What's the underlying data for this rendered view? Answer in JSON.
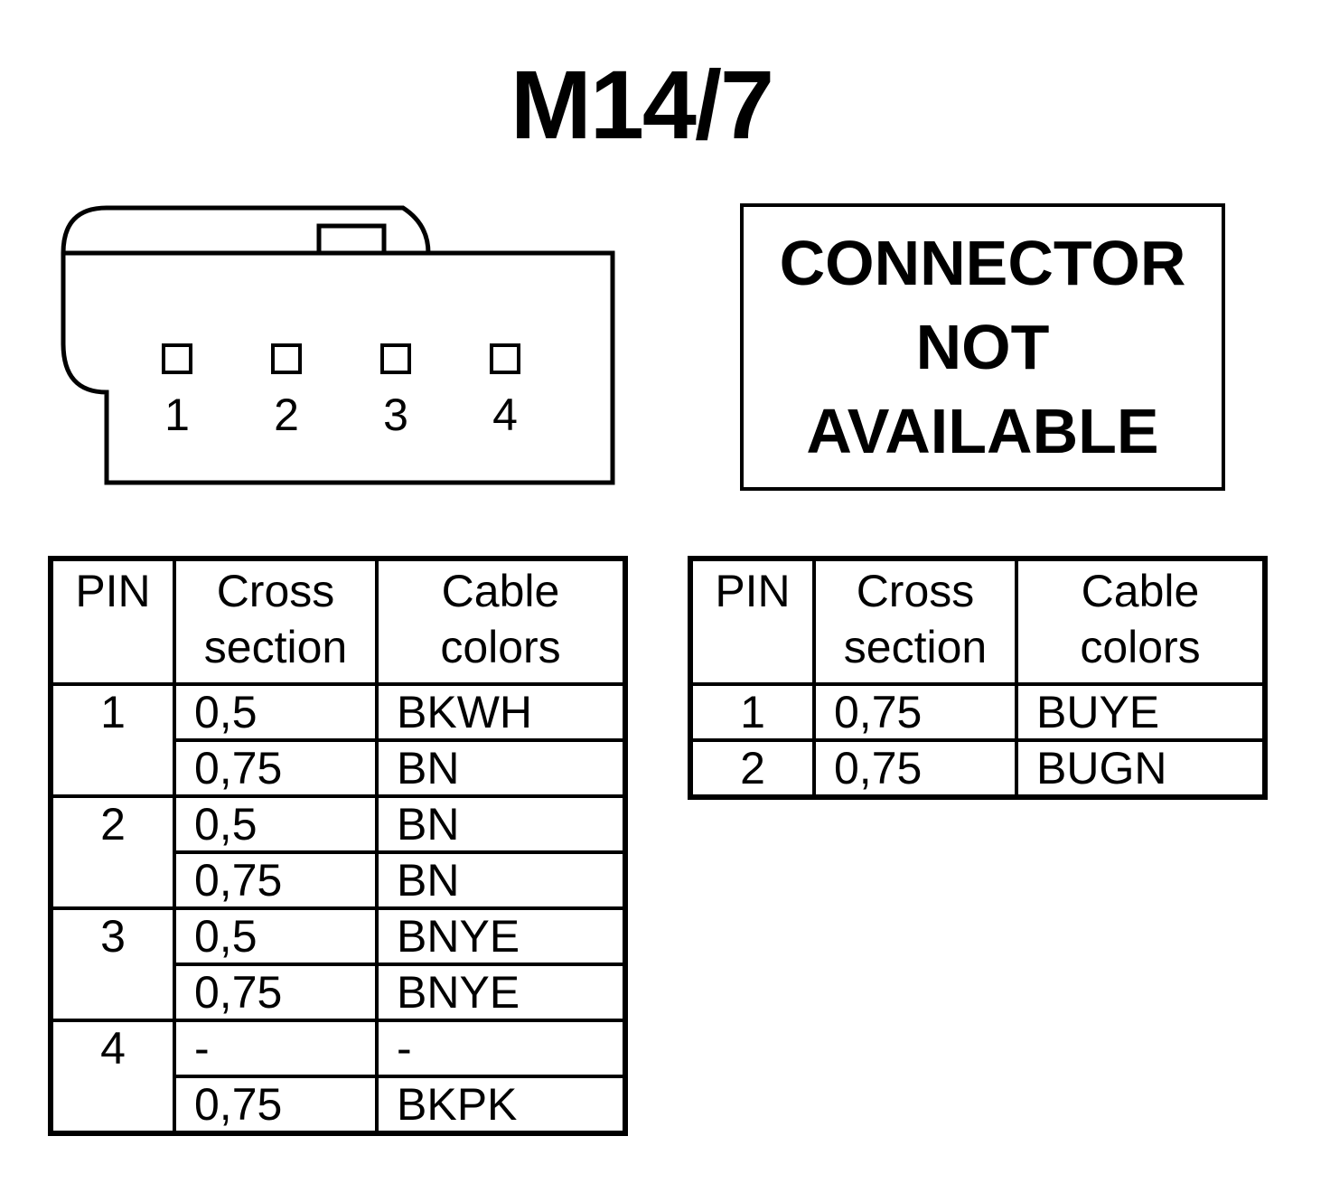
{
  "title": "M14/7",
  "connector": {
    "pin_labels": [
      "1",
      "2",
      "3",
      "4"
    ]
  },
  "not_available_box": {
    "lines": [
      "CONNECTOR",
      "NOT",
      "AVAILABLE"
    ]
  },
  "left_table": {
    "headers": {
      "pin": "PIN",
      "cross_section": [
        "Cross",
        "section"
      ],
      "cable_colors": [
        "Cable",
        "colors"
      ]
    },
    "groups": [
      {
        "pin": "1",
        "rows": [
          {
            "cross": "0,5",
            "color": "BKWH"
          },
          {
            "cross": "0,75",
            "color": "BN"
          }
        ]
      },
      {
        "pin": "2",
        "rows": [
          {
            "cross": "0,5",
            "color": "BN"
          },
          {
            "cross": "0,75",
            "color": "BN"
          }
        ]
      },
      {
        "pin": "3",
        "rows": [
          {
            "cross": "0,5",
            "color": "BNYE"
          },
          {
            "cross": "0,75",
            "color": "BNYE"
          }
        ]
      },
      {
        "pin": "4",
        "rows": [
          {
            "cross": "-",
            "color": "-"
          },
          {
            "cross": "0,75",
            "color": "BKPK"
          }
        ]
      }
    ]
  },
  "right_table": {
    "headers": {
      "pin": "PIN",
      "cross_section": [
        "Cross",
        "section"
      ],
      "cable_colors": [
        "Cable",
        "colors"
      ]
    },
    "rows": [
      {
        "pin": "1",
        "cross": "0,75",
        "color": "BUYE"
      },
      {
        "pin": "2",
        "cross": "0,75",
        "color": "BUGN"
      }
    ]
  }
}
